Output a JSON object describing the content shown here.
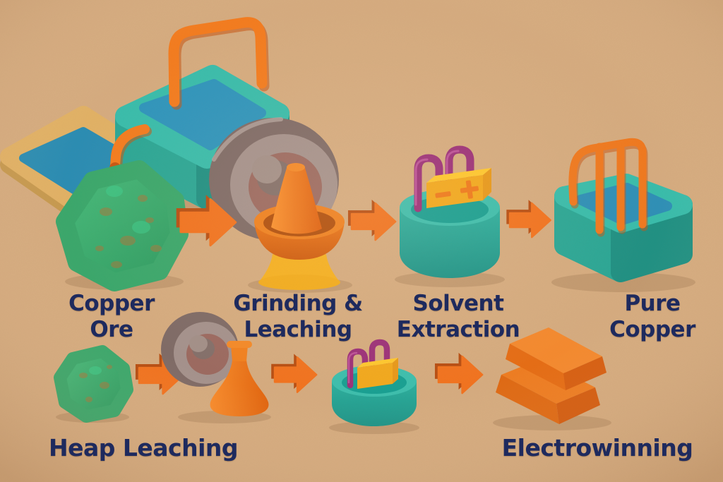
{
  "scene": {
    "background": "#d6ac80",
    "label_color": "#1e2a5e",
    "arrow_color": "#ee6e1e",
    "teal": "#2fb3a3",
    "liquid_blue": "#2e95bd",
    "machine_yellow": "#f5b01e",
    "electrode_purple": "#9c3079",
    "ore_green": "#3cb273",
    "copper_orange": "#ef7d22"
  },
  "stages": {
    "top_row": [
      {
        "label": "Copper\nOre",
        "icon": "copper-ore-rock-icon"
      },
      {
        "label": "Grinding &\nLeaching",
        "icon": "grinding-wheel-icon"
      },
      {
        "label": "Solvent\nExtraction",
        "icon": "solvent-tank-icon"
      },
      {
        "label": "Pure\nCopper",
        "icon": "electrolytic-tank-icon"
      }
    ],
    "bottom_row": [
      {
        "label": "Heap Leaching",
        "icon": "heap-leach-rock-icon"
      },
      {
        "label": "Electrowinning",
        "icon": "copper-ingots-icon"
      }
    ]
  }
}
